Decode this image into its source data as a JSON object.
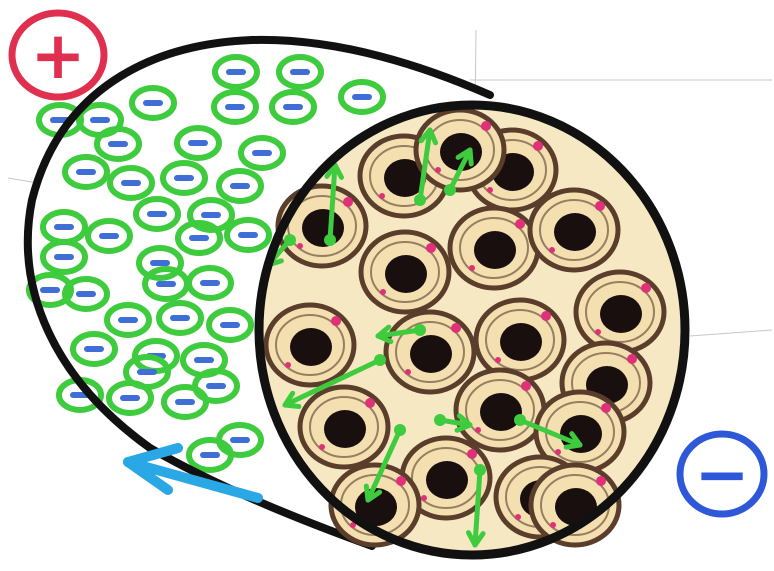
{
  "colors": {
    "positive": "#e0304f",
    "negative": "#2f58d8",
    "outline": "#111111",
    "ion_ring": "#3ecb3e",
    "ion_bar": "#3f6fd6",
    "cross_section_fill": "#f6e8c3",
    "particle_ring": "#5a3d2b",
    "particle_core": "#1a0f0f",
    "particle_mark": "#e0307a",
    "flow_arrow": "#3ecb3e",
    "current_arrow": "#2aa8e6"
  },
  "terminals": {
    "positive": {
      "symbol": "+",
      "icon": "plus-circle-icon"
    },
    "negative": {
      "symbol": "−",
      "icon": "minus-circle-icon"
    }
  },
  "side_ion_count": 40,
  "cross_section_particle_count": 19,
  "flow_arrow_count": 10
}
